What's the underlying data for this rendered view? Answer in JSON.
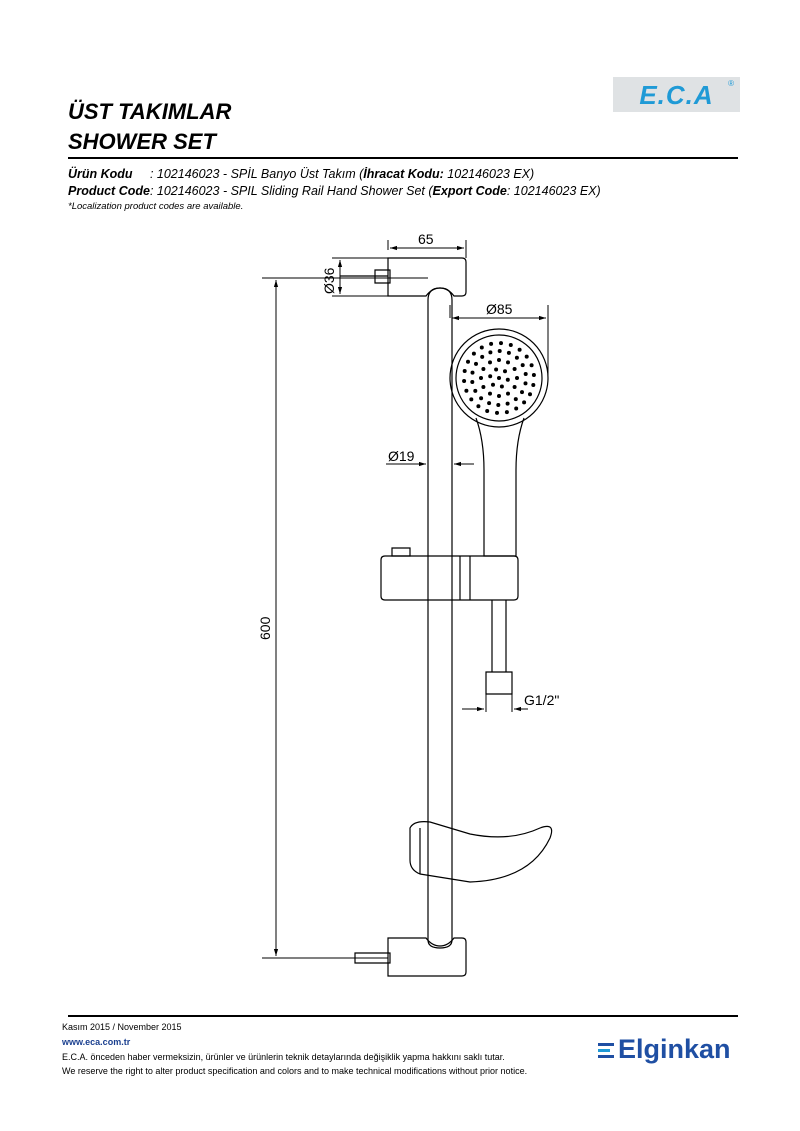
{
  "header": {
    "title_tr": "ÜST TAKIMLAR",
    "title_en": "SHOWER SET",
    "logo_text": "E.C.A",
    "logo_reg": "®"
  },
  "product": {
    "tr_label": "Ürün Kodu",
    "tr_sep": "     : ",
    "tr_value": "102146023 - SPİL Banyo Üst Takım (",
    "tr_export_label": "İhracat Kodu:",
    "tr_export_value": " 102146023 EX)",
    "en_label": "Product Code",
    "en_value": ": 102146023 - SPIL Sliding Rail Hand Shower Set (",
    "en_export_label": "Export Code",
    "en_export_value": ": 102146023 EX)",
    "note": "*Localization product codes are available."
  },
  "dimensions": {
    "width_65": "65",
    "dia_36": "Ø36",
    "dia_85": "Ø85",
    "dia_19": "Ø19",
    "length_600": "600",
    "thread": "G1/2\""
  },
  "footer": {
    "date": "Kasım 2015 / November 2015",
    "website": "www.eca.com.tr",
    "disclaimer_tr": "E.C.A. önceden haber vermeksizin, ürünler ve ürünlerin teknik detaylarında değişiklik yapma hakkını saklı tutar.",
    "disclaimer_en": "We reserve the right to alter product specification and colors and to make technical modifications without prior notice.",
    "brand": "Elginkan"
  },
  "colors": {
    "eca_blue": "#1f9ad6",
    "elginkan_blue": "#1f4fa3",
    "logo_bg": "#dfe2e4"
  }
}
